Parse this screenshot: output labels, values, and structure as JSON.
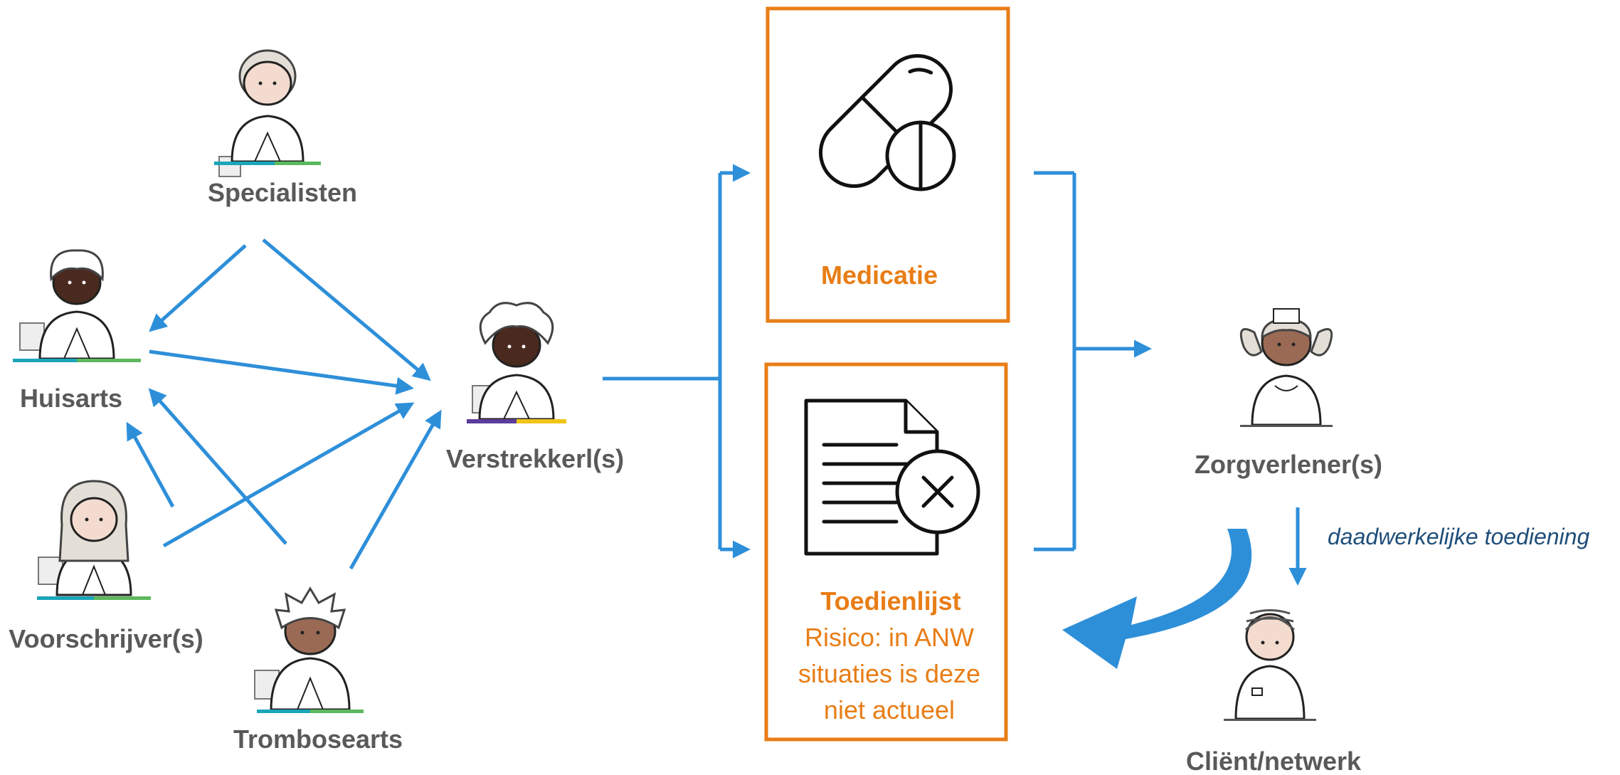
{
  "actors": {
    "specialisten": "Specialisten",
    "huisarts": "Huisarts",
    "voorschrijvers": "Voorschrijver(s)",
    "trombosearts": "Trombosearts",
    "verstrekkers": "Verstrekkerl(s)",
    "zorgverleners": "Zorgverlener(s)",
    "client": "Cliënt/netwerk"
  },
  "boxes": {
    "medicatie": {
      "title": "Medicatie"
    },
    "toedienlijst": {
      "title": "Toedienlijst",
      "risk_lines": [
        "Risico: in ANW",
        "situaties is deze",
        "niet actueel"
      ]
    }
  },
  "annotation": "daadwerkelijke toediening",
  "colors": {
    "arrow": "#2e8fd9",
    "box_border": "#e87d16",
    "label": "#595959",
    "annotation": "#1f4e79"
  },
  "icons": [
    "pill-capsule-icon",
    "document-x-icon"
  ]
}
